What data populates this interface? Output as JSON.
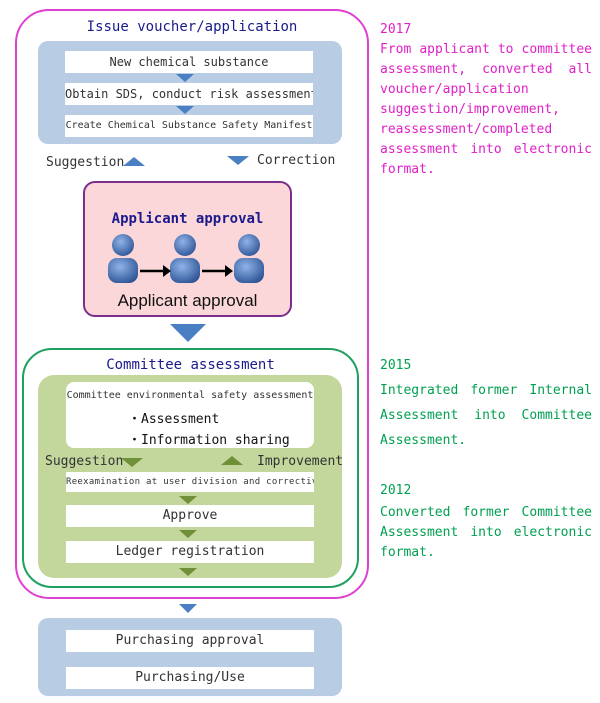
{
  "issue": {
    "title": "Issue voucher/application",
    "steps": [
      "New chemical substance",
      "Obtain SDS, conduct risk assessment",
      "Create Chemical Substance Safety Manifest"
    ],
    "suggestion_label": "Suggestion",
    "correction_label": "Correction"
  },
  "applicant": {
    "title": "Applicant approval",
    "caption": "Applicant approval"
  },
  "committee": {
    "title": "Committee assessment",
    "env_box": {
      "heading": "Committee environmental safety assessment",
      "bullets": [
        "Assessment",
        "Information sharing"
      ]
    },
    "suggestion_label": "Suggestion",
    "improvement_label": "Improvement",
    "steps": [
      "Reexamination at user division and corrective",
      "Approve",
      "Ledger registration"
    ]
  },
  "purchasing": {
    "steps": [
      "Purchasing approval",
      "Purchasing/Use"
    ]
  },
  "notes": [
    {
      "year": "2017",
      "text": "From applicant to committee assessment, converted all voucher/application suggestion/improvement, reassessment/completed assessment into electronic format.",
      "color": "#e020c8"
    },
    {
      "year": "2015",
      "text": "Integrated former Internal Assessment into Committee Assessment.",
      "color": "#00a050"
    },
    {
      "year": "2012",
      "text": "Converted former Committee Assessment into electronic format.",
      "color": "#00a050"
    }
  ],
  "colors": {
    "pink_border": "#e040d0",
    "green_border": "#1fa060",
    "blue_panel": "#b8cce4",
    "green_panel": "#c3d69b",
    "applicant_bg": "#fbd7d9"
  }
}
